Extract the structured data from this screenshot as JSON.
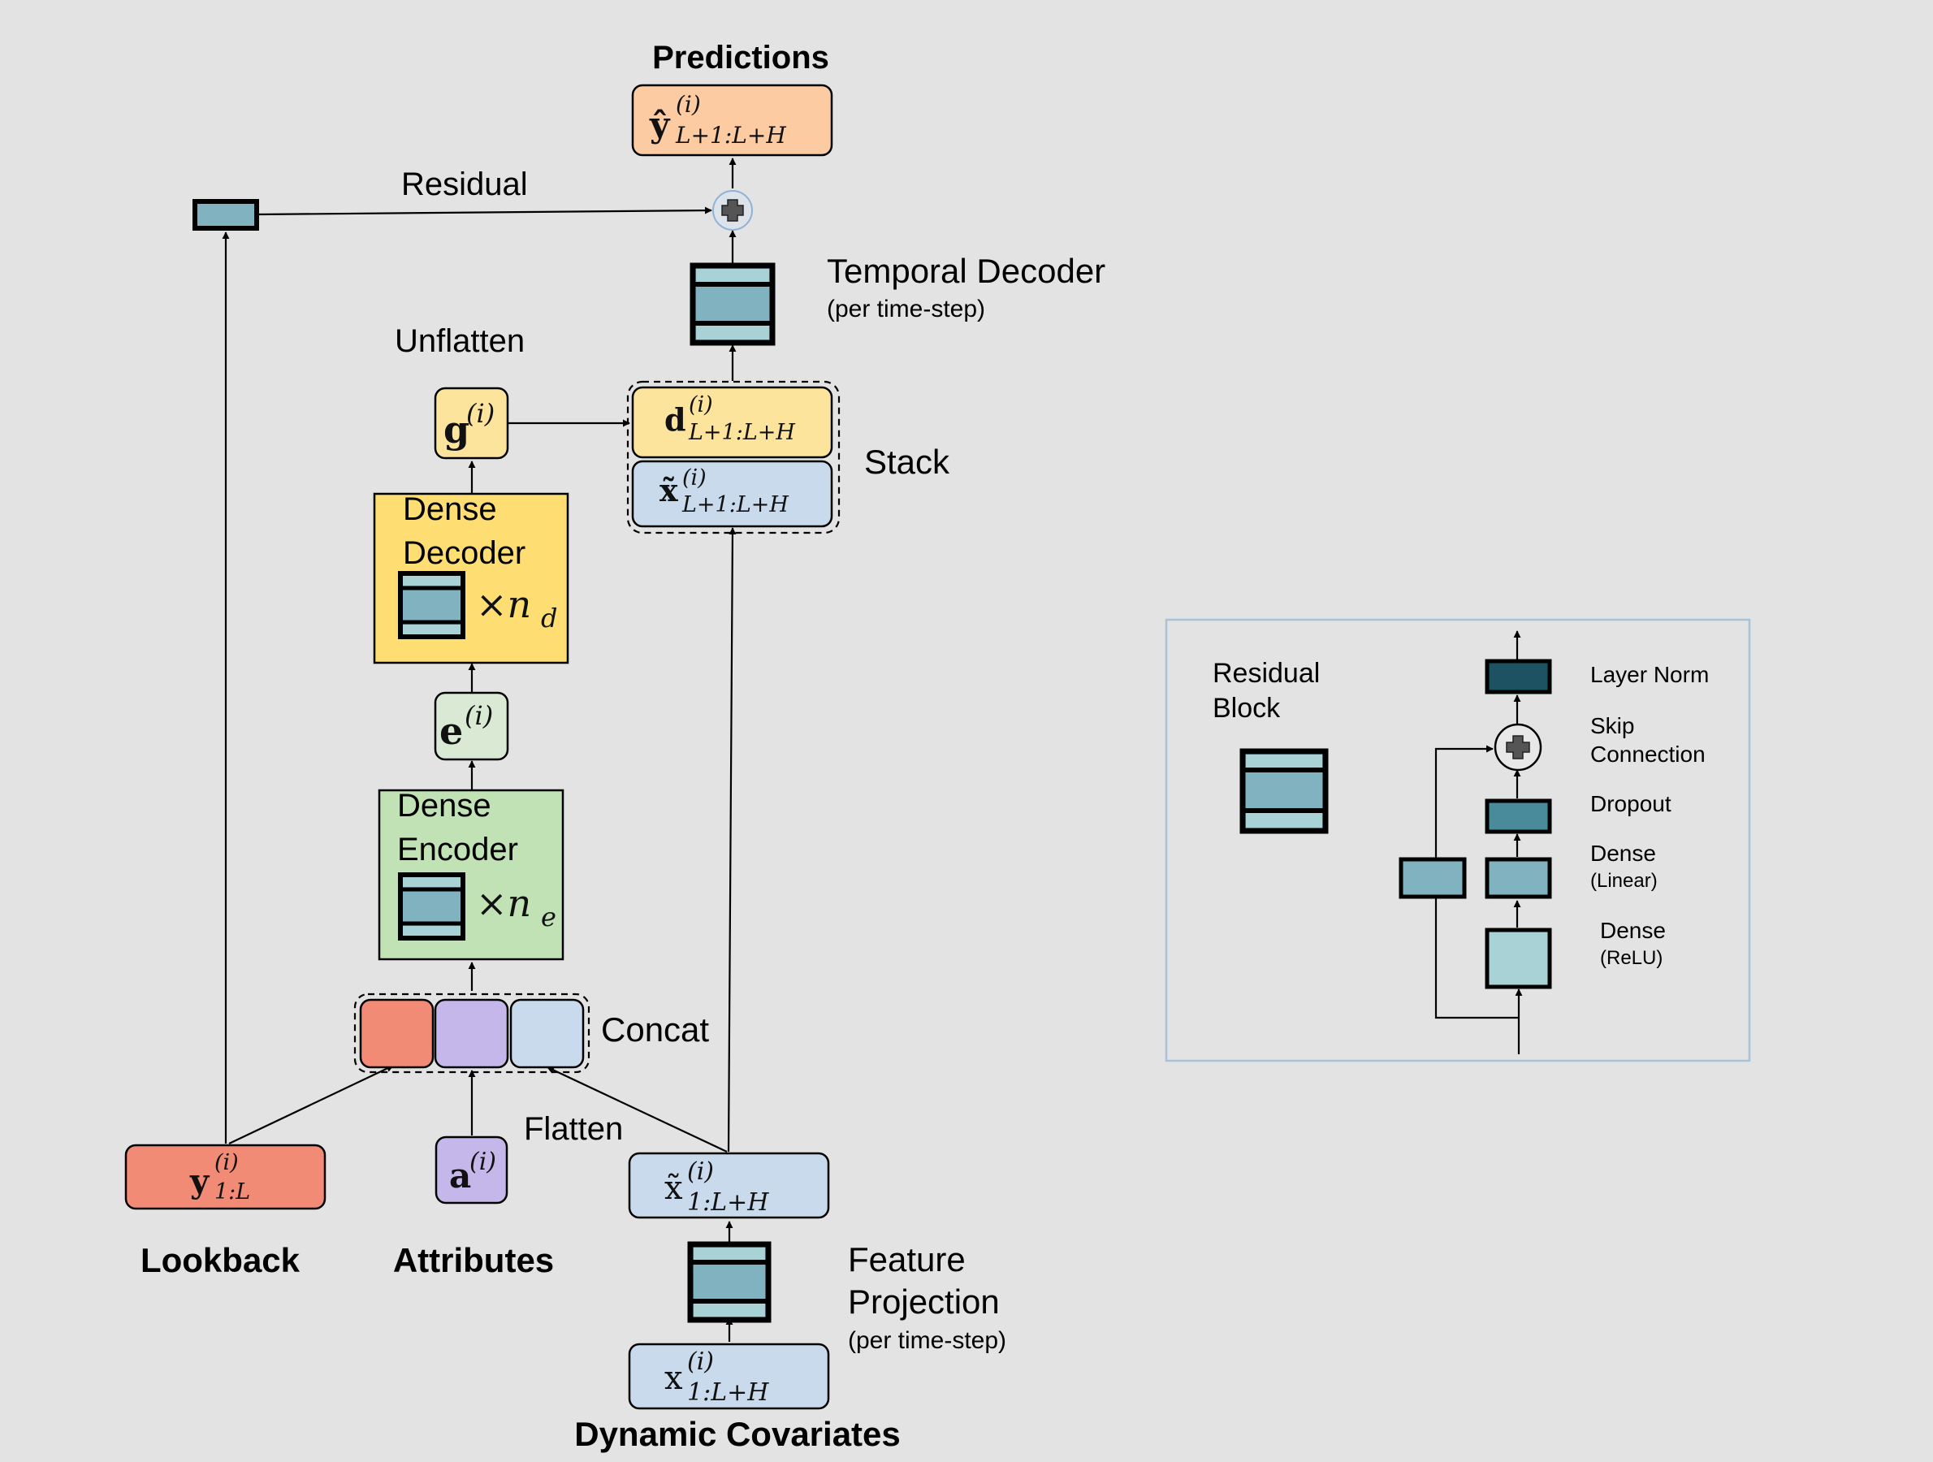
{
  "colors": {
    "background": "#e3e3e3",
    "lookback": "#f28b76",
    "lookback_text": "#b22410",
    "attributes": "#c6b7ea",
    "attributes_text": "#9c8bdc",
    "covariates": "#c9daed",
    "covariates_text": "#7aa9f0",
    "encoder": "#c1e2b5",
    "decoder": "#fede73",
    "unflatten": "#fde49c",
    "prediction": "#fdcba1",
    "prediction_text": "#f9a51a",
    "block_fill": "#80b3bf",
    "block_dark": "#1c5261",
    "block_mid": "#4a8b9b",
    "block_light": "#a9d2d6"
  },
  "labels": {
    "predictions": "Predictions",
    "residual": "Residual",
    "temporal_decoder": "Temporal Decoder",
    "temporal_decoder_sub": "(per time-step)",
    "unflatten": "Unflatten",
    "stack": "Stack",
    "dense_decoder_line1": "Dense",
    "dense_decoder_line2": "Decoder",
    "dense_encoder_line1": "Dense",
    "dense_encoder_line2": "Encoder",
    "concat": "Concat",
    "flatten": "Flatten",
    "lookback": "Lookback",
    "attributes": "Attributes",
    "feature_projection_line1": "Feature",
    "feature_projection_line2": "Projection",
    "feature_projection_sub": "(per time-step)",
    "dynamic_covariates": "Dynamic Covariates"
  },
  "math": {
    "y_hat": "ŷ",
    "y_hat_sub": "L+1:L+H",
    "g": "g",
    "d": "d",
    "d_sub": "L+1:L+H",
    "x_tilde_future": "x̃",
    "x_tilde_future_sub": "L+1:L+H",
    "e": "e",
    "y": "y",
    "y_sub": "1:L",
    "a": "a",
    "x_tilde": "x̃",
    "x_tilde_sub": "1:L+H",
    "x": "x",
    "x_sub": "1:L+H",
    "sup": "(i)",
    "times_decoder": "×n",
    "times_decoder_sub": "d",
    "times_encoder": "×n",
    "times_encoder_sub": "e"
  },
  "legend": {
    "title_line1": "Residual",
    "title_line2": "Block",
    "layer_norm": "Layer Norm",
    "skip_line1": "Skip",
    "skip_line2": "Connection",
    "dropout": "Dropout",
    "dense_linear": "Dense",
    "dense_linear_sub": "(Linear)",
    "dense_relu": "Dense",
    "dense_relu_sub": "(ReLU)"
  }
}
